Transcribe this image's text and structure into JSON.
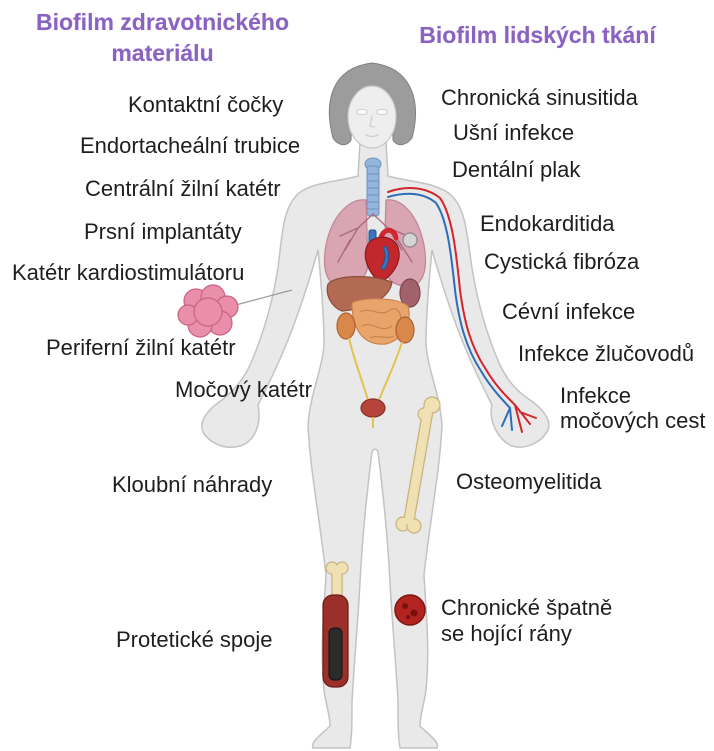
{
  "titles": {
    "medical_devices": [
      "Biofilm zdravotnického",
      "materiálu"
    ],
    "human_tissues": "Biofilm lidských tkání"
  },
  "medical_device_labels": [
    "Kontaktní čočky",
    "Endortacheální trubice",
    "Centrální žilní katétr",
    "Prsní implantáty",
    "Katétr kardiostimulátoru",
    "Periferní žilní katétr",
    "Močový katétr",
    "Kloubní náhrady",
    "Protetické spoje"
  ],
  "tissue_labels": [
    "Chronická sinusitida",
    "Ušní infekce",
    "Dentální plak",
    "Endokarditida",
    "Cystická fibróza",
    "Cévní infekce",
    "Infekce žlučovodů",
    [
      "Infekce",
      "močových cest"
    ],
    "Osteomyelitida",
    [
      "Chronické špatně",
      "se hojící rány"
    ]
  ],
  "colors": {
    "title": "#8a62c0",
    "label": "#1e1e1e",
    "body_fill": "#e9e9e9",
    "body_stroke": "#c3c3c3",
    "hair": "#9c9c9c",
    "artery": "#d3252b",
    "vein": "#2f6db8",
    "implant": "#ea8fab",
    "bone": "#efe1b3",
    "wound": "#b3231f"
  }
}
